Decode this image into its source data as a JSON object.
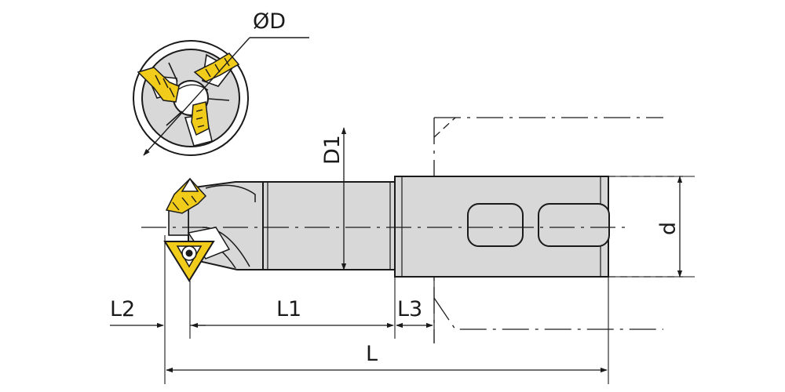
{
  "labels": {
    "phi_d": "ØD",
    "d1": "D1",
    "d": "d",
    "l2": "L2",
    "l1": "L1",
    "l3": "L3",
    "l": "L"
  },
  "colors": {
    "body_fill": "#d8d8d8",
    "insert_fill": "#f2cc1a",
    "line": "#1a1a1a"
  }
}
